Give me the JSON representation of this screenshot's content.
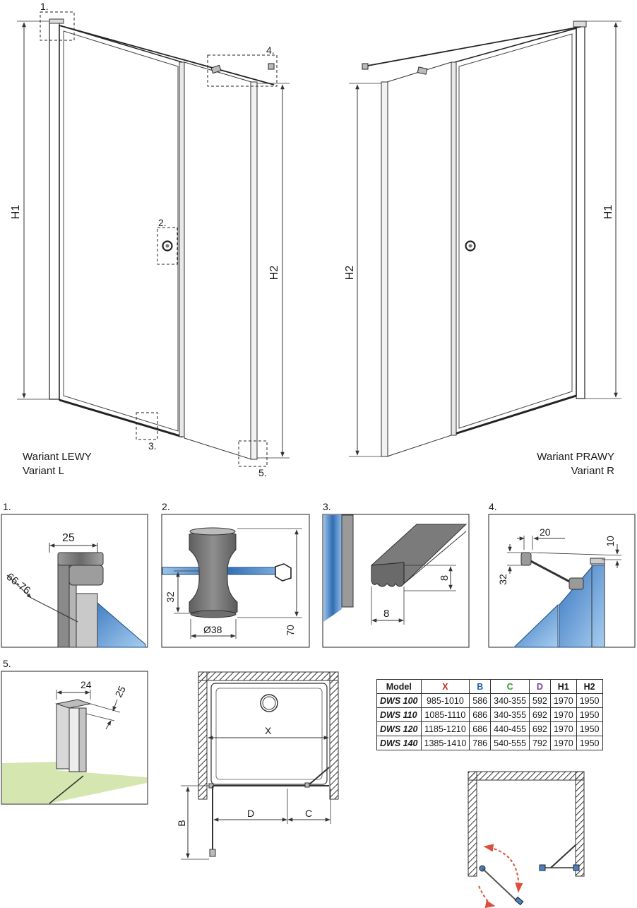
{
  "callouts": {
    "c1": "1.",
    "c2": "2.",
    "c3": "3.",
    "c4": "4.",
    "c5": "5."
  },
  "dims": {
    "h1": "H1",
    "h2": "H2"
  },
  "variants": {
    "left": {
      "line1": "Wariant LEWY",
      "line2": "Variant L"
    },
    "right": {
      "line1": "Wariant PRAWY",
      "line2": "Variant R"
    }
  },
  "details": {
    "d1": {
      "label": "1.",
      "width": "25",
      "depth": "66-76"
    },
    "d2": {
      "label": "2.",
      "height": "32",
      "diameter": "Ø38",
      "total": "70"
    },
    "d3": {
      "label": "3.",
      "width": "8",
      "height": "8"
    },
    "d4": {
      "label": "4.",
      "offset": "20",
      "rise": "10",
      "height": "32"
    },
    "d5": {
      "label": "5.",
      "width": "24",
      "depth": "25"
    }
  },
  "plan": {
    "x": "X",
    "b": "B",
    "c": "C",
    "d": "D"
  },
  "colors": {
    "x": "#d0261e",
    "b": "#1f5fa8",
    "c": "#2aa12a",
    "d": "#7a3f9c",
    "glass": "#4f8fcc",
    "swing": "#d9503c",
    "floor": "#d6e6b0"
  },
  "table": {
    "headers": [
      "Model",
      "X",
      "B",
      "C",
      "D",
      "H1",
      "H2"
    ],
    "header_colors": [
      "#1a1a1a",
      "#d0261e",
      "#1f5fa8",
      "#2aa12a",
      "#7a3f9c",
      "#1a1a1a",
      "#1a1a1a"
    ],
    "rows": [
      [
        "DWS 100",
        "985-1010",
        "586",
        "340-355",
        "592",
        "1970",
        "1950"
      ],
      [
        "DWS 110",
        "1085-1110",
        "686",
        "340-355",
        "692",
        "1970",
        "1950"
      ],
      [
        "DWS 120",
        "1185-1210",
        "686",
        "440-455",
        "692",
        "1970",
        "1950"
      ],
      [
        "DWS 140",
        "1385-1410",
        "786",
        "540-555",
        "792",
        "1970",
        "1950"
      ]
    ]
  }
}
